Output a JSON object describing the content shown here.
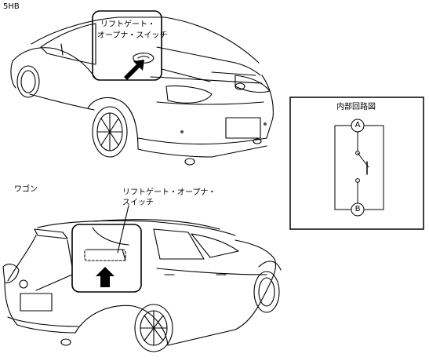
{
  "model_5hb": "5HB",
  "model_wagon": "ワゴン",
  "callout_5hb": {
    "line1": "リフトゲート・",
    "line2": "オープナ・スイッチ"
  },
  "callout_wagon": {
    "line1": "リフトゲート・オープナ・",
    "line2": "スイッチ"
  },
  "circuit": {
    "title": "内部回路図",
    "terminal_a": "A",
    "terminal_b": "B"
  }
}
